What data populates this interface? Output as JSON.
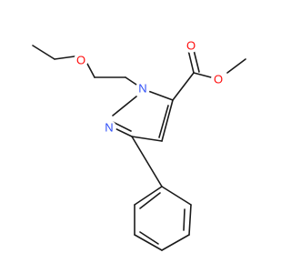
{
  "structure": {
    "atoms": [
      {
        "id": "O_ester",
        "label": "O",
        "color": "#ff0d0d"
      },
      {
        "id": "O_carbonyl",
        "label": "O",
        "color": "#ff0d0d"
      },
      {
        "id": "O_ether",
        "label": "O",
        "color": "#ff0d0d"
      },
      {
        "id": "N1",
        "label": "N",
        "color": "#3050f8"
      },
      {
        "id": "N2",
        "label": "N",
        "color": "#3050f8"
      }
    ],
    "bond_color": "#1a1a1a"
  }
}
